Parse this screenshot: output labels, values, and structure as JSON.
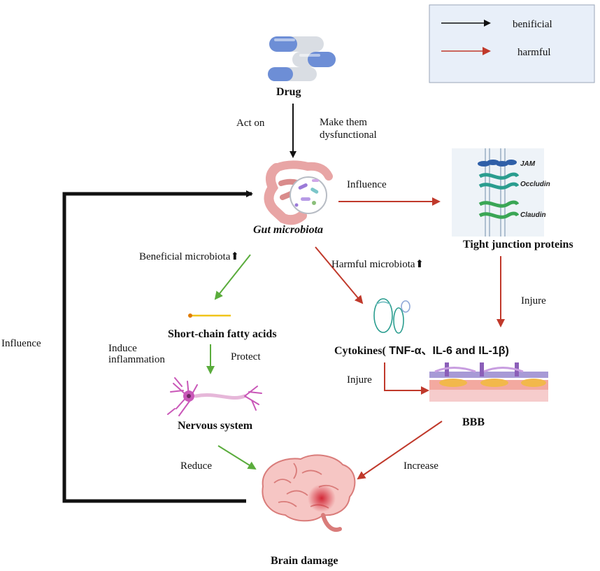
{
  "legend": {
    "beneficial_label": "benificial",
    "harmful_label": "harmful",
    "colors": {
      "beneficial": "#111111",
      "harmful": "#c0392b",
      "protective": "#5aac3c",
      "legend_bg": "#e8eff9"
    }
  },
  "nodes": {
    "drug": "Drug",
    "gut": "Gut microbiota",
    "tight_junction": "Tight junction proteins",
    "scfa": "Short-chain fatty acids",
    "cytokines_prefix": "Cytokines(",
    "cytokines_list": " TNF-α、IL-6 and IL-1β)",
    "nervous": "Nervous system",
    "bbb": "BBB",
    "brain": "Brain damage"
  },
  "tight_junction_labels": [
    "JAM",
    "Occludin",
    "Claudin"
  ],
  "edges": {
    "act_on": "Act on",
    "make_dysfunctional_1": "Make them",
    "make_dysfunctional_2": "dysfunctional",
    "influence_right": "Influence",
    "beneficial_microbiota": "Beneficial microbiota",
    "harmful_microbiota": "Harmful microbiota",
    "injure_tj": "Injure",
    "induce_1": "Induce",
    "induce_2": "inflammation",
    "protect": "Protect",
    "injure_cyto": "Injure",
    "reduce": "Reduce",
    "increase": "Increase",
    "influence_left": "Influence",
    "up_arrow": "⬆"
  }
}
